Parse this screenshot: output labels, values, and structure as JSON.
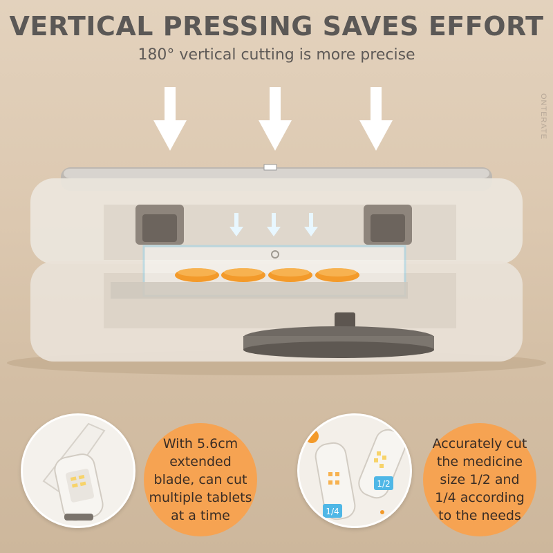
{
  "headline": "VERTICAL PRESSING SAVES EFFORT",
  "subheadline": "180° vertical cutting is more precise",
  "brand_mark": "ONTERATE",
  "icons": {
    "large_arrow": "down-arrow-icon",
    "small_arrow": "down-arrow-icon"
  },
  "colors": {
    "accent_orange": "#f6a352",
    "tablet_orange": "#f39a2a",
    "headline_gray": "#5b5856",
    "background_beige": "#dcc8b0",
    "blade_highlight": "#8fd3f0"
  },
  "callouts": [
    {
      "text": "With 5.6cm extended blade, can cut multiple tablets at a time"
    },
    {
      "text": "Accurately cut the medicine size 1/2 and 1/4 according to the needs"
    }
  ],
  "inset_labels": {
    "half": "1/2",
    "quarter": "1/4"
  }
}
